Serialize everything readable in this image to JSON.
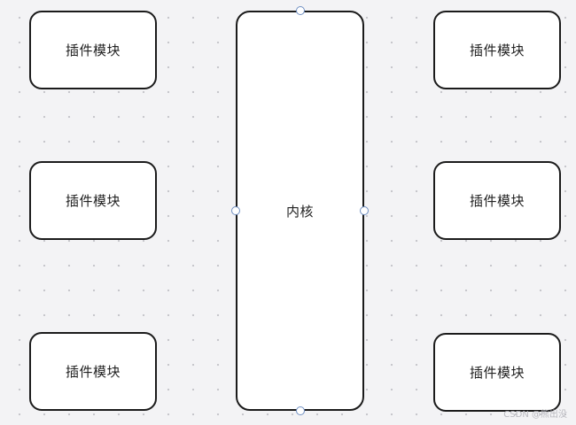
{
  "diagram": {
    "nodes": [
      {
        "id": "m1",
        "label": "插件模块"
      },
      {
        "id": "m2",
        "label": "插件模块"
      },
      {
        "id": "m3",
        "label": "插件模块"
      },
      {
        "id": "m4",
        "label": "插件模块"
      },
      {
        "id": "m5",
        "label": "插件模块"
      },
      {
        "id": "m6",
        "label": "插件模块"
      },
      {
        "id": "kernel",
        "label": "内核"
      }
    ]
  },
  "watermark": {
    "text": "CSDN @熊出没"
  },
  "colors": {
    "canvas": "#f3f3f5",
    "node_fill": "#ffffff",
    "node_border": "#1b1b1b",
    "handle_border": "#6f8fc2"
  }
}
